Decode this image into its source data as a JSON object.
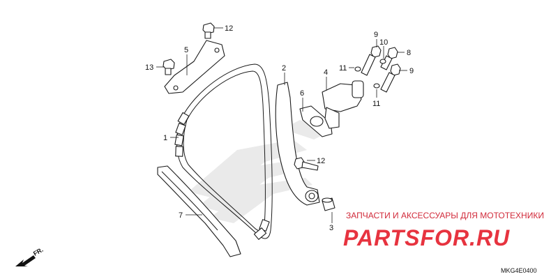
{
  "callouts": [
    {
      "id": "1",
      "text": "1"
    },
    {
      "id": "2",
      "text": "2"
    },
    {
      "id": "3",
      "text": "3"
    },
    {
      "id": "4",
      "text": "4"
    },
    {
      "id": "5",
      "text": "5"
    },
    {
      "id": "6",
      "text": "6"
    },
    {
      "id": "7",
      "text": "7"
    },
    {
      "id": "8",
      "text": "8"
    },
    {
      "id": "9a",
      "text": "9"
    },
    {
      "id": "9b",
      "text": "9"
    },
    {
      "id": "10",
      "text": "10"
    },
    {
      "id": "11a",
      "text": "11"
    },
    {
      "id": "11b",
      "text": "11"
    },
    {
      "id": "12a",
      "text": "12"
    },
    {
      "id": "12b",
      "text": "12"
    },
    {
      "id": "13",
      "text": "13"
    }
  ],
  "direction_marker": "FR.",
  "diagram_code": "MKG4E0400",
  "watermark": {
    "tagline": "ЗАПЧАСТИ И АКСЕССУАРЫ ДЛЯ МОТОТЕХНИКИ",
    "logo": "PARTSFOR.RU",
    "color": "#e7333f"
  }
}
